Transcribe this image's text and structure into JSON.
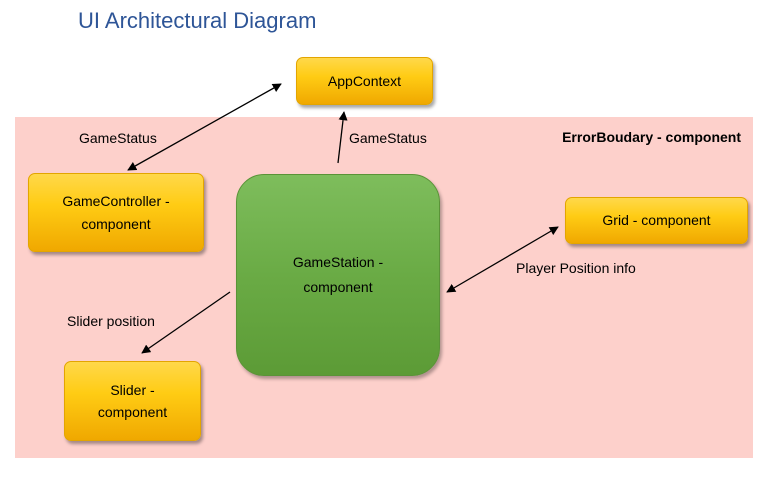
{
  "title": "UI Architectural Diagram",
  "boundary": {
    "label": "ErrorBoudary - component",
    "color": "#fdd0cb"
  },
  "nodes": {
    "app_context": "AppContext",
    "game_controller_line1": "GameController -",
    "game_controller_line2": "component",
    "game_station_line1": "GameStation -",
    "game_station_line2": "component",
    "grid": "Grid - component",
    "slider_line1": "Slider -",
    "slider_line2": "component"
  },
  "edges": {
    "controller_to_context": "GameStatus",
    "station_to_context": "GameStatus",
    "station_to_grid": "Player Position info",
    "station_to_slider": "Slider position"
  },
  "colors": {
    "title": "#2e5597",
    "component_box": "#ffcc14",
    "station_box": "#6aab45"
  }
}
